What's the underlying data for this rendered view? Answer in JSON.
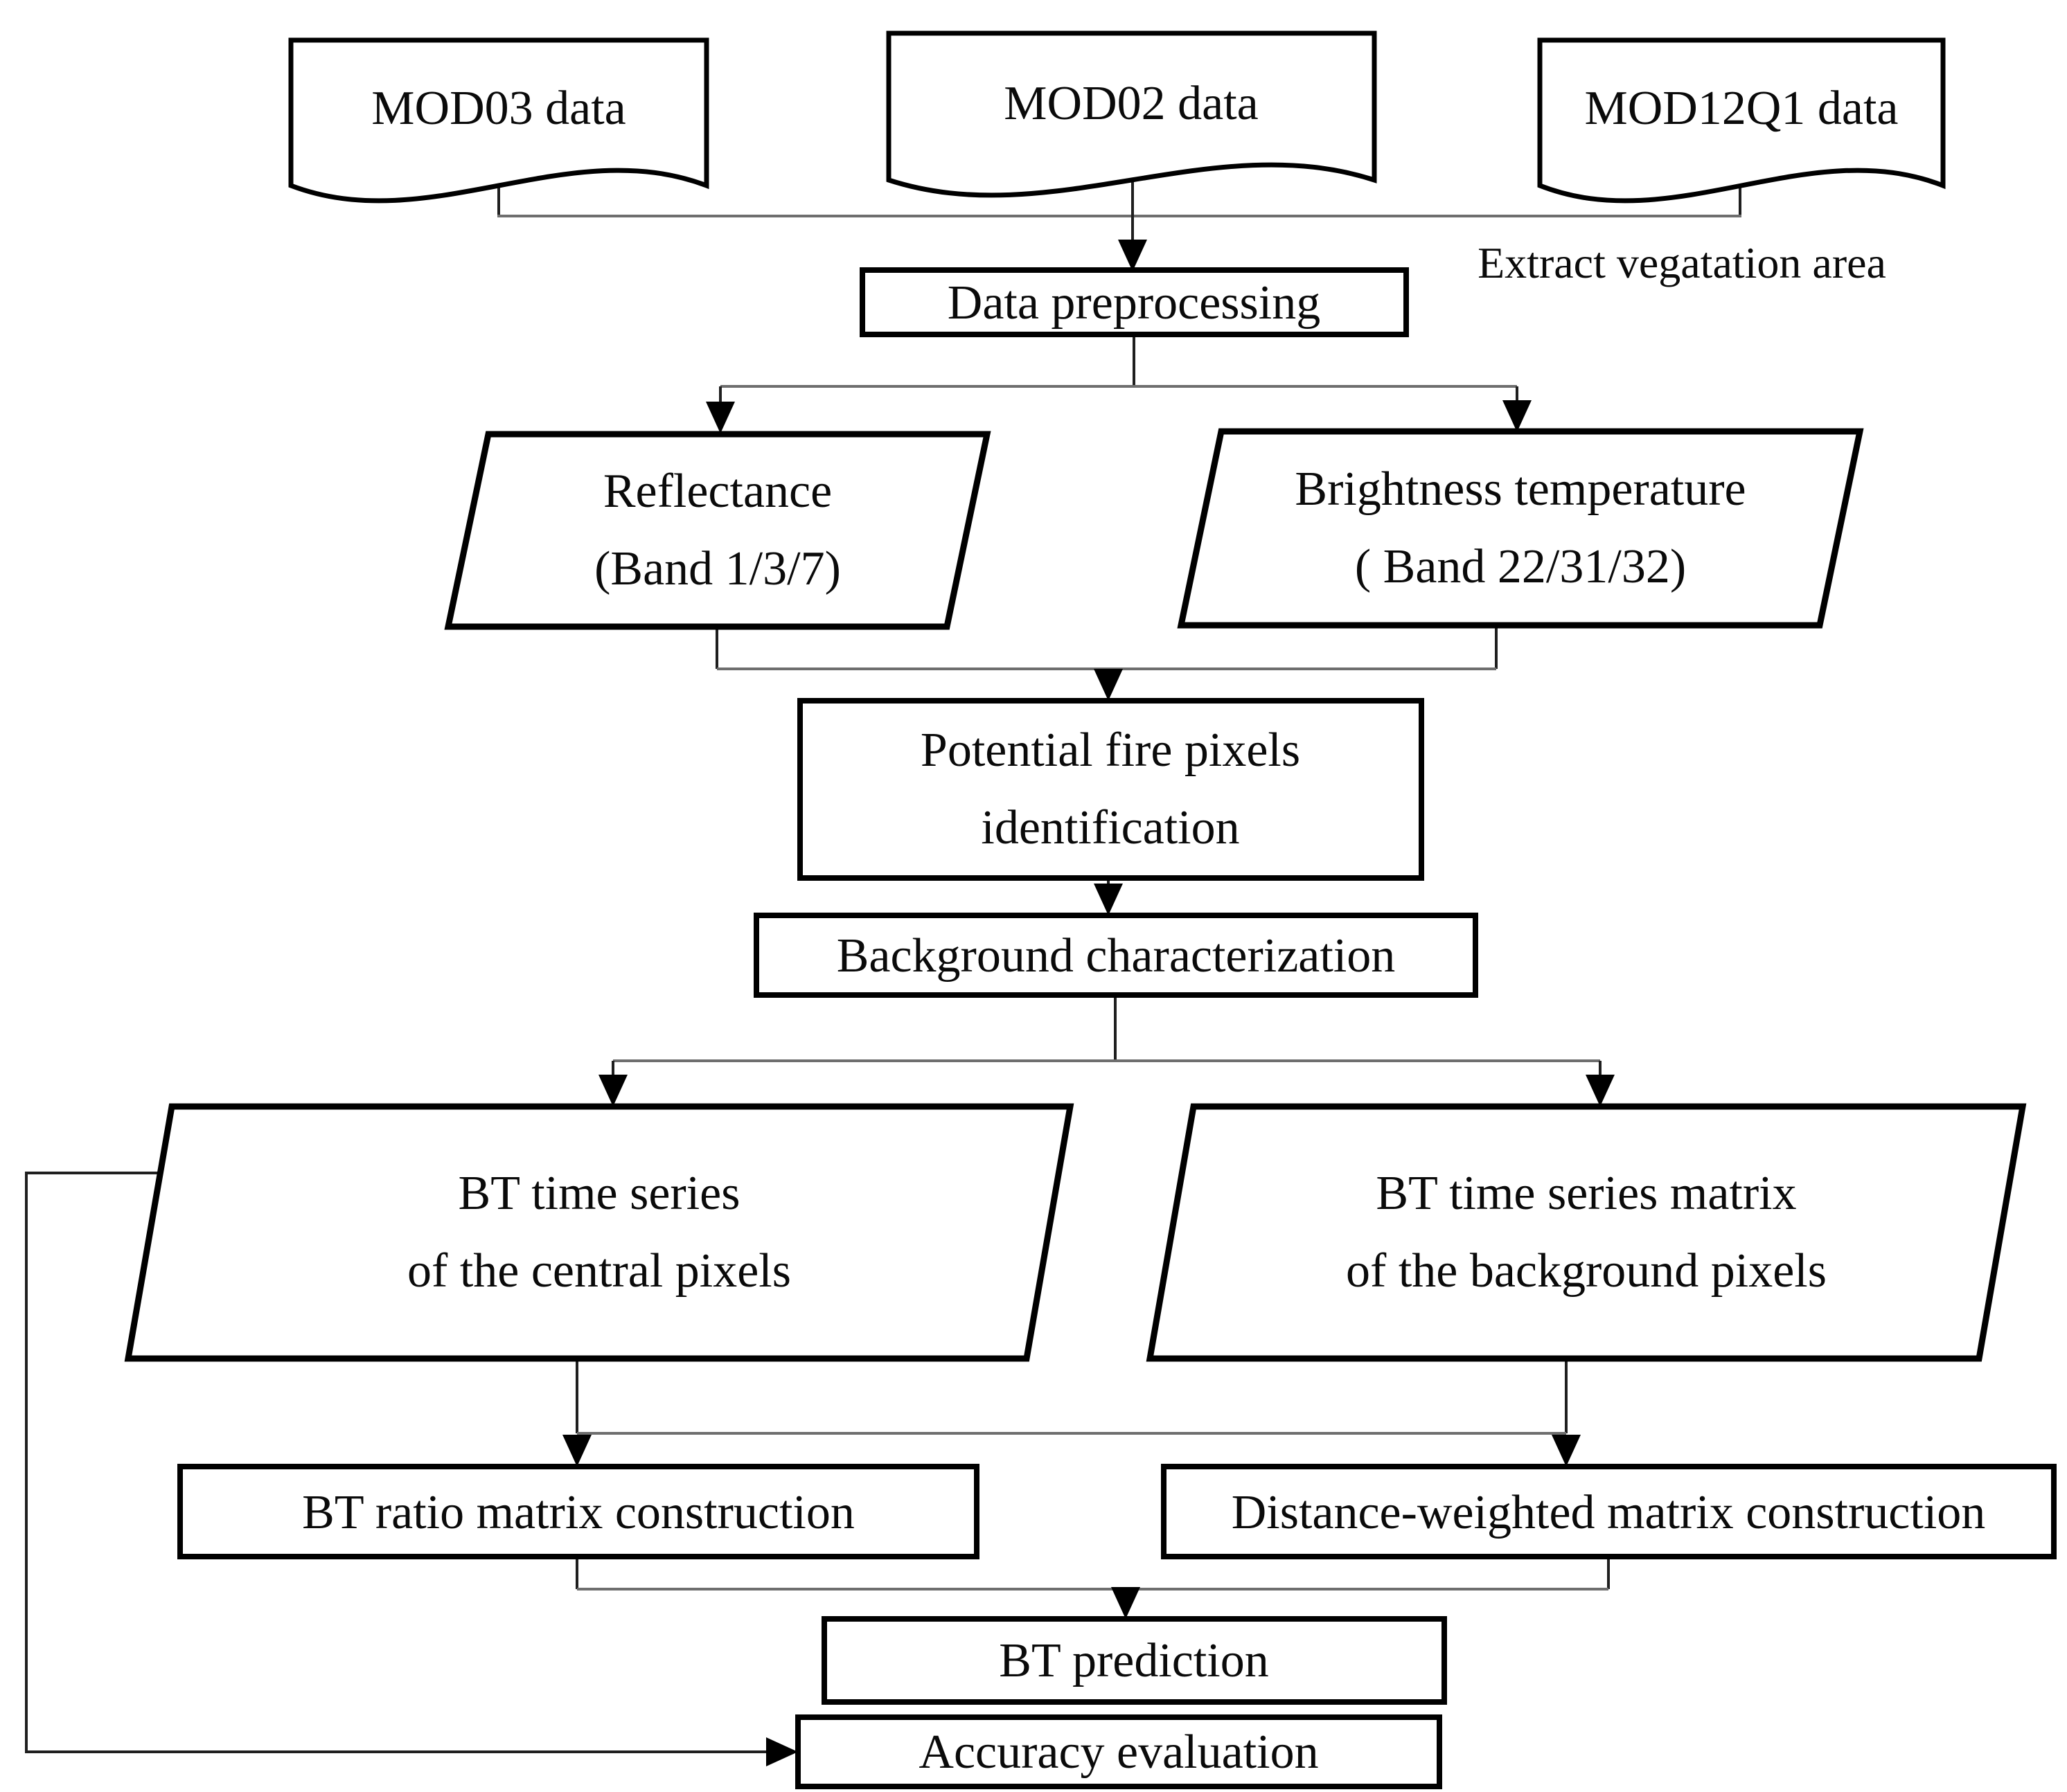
{
  "colors": {
    "shape_fill": "#ffffff",
    "shape_stroke": "#000000",
    "connector": "#1f1f1f",
    "text": "#0a0a0a"
  },
  "nodes": {
    "mod03": {
      "shape": "document",
      "label": "MOD03 data"
    },
    "mod02": {
      "shape": "document",
      "label": "MOD02 data"
    },
    "mod12q1": {
      "shape": "document",
      "label": "MOD12Q1 data"
    },
    "preprocessing": {
      "shape": "process",
      "label": "Data preprocessing"
    },
    "reflectance": {
      "shape": "parallelogram",
      "lines": [
        "Reflectance",
        "(Band 1/3/7)"
      ]
    },
    "brightness": {
      "shape": "parallelogram",
      "lines": [
        "Brightness temperature",
        "( Band 22/31/32)"
      ]
    },
    "potential": {
      "shape": "process",
      "lines": [
        "Potential fire pixels",
        "identification"
      ]
    },
    "background": {
      "shape": "process",
      "label": "Background characterization"
    },
    "bt_central": {
      "shape": "parallelogram",
      "lines": [
        "BT time series",
        "of the central pixels"
      ]
    },
    "bt_matrix": {
      "shape": "parallelogram",
      "lines": [
        "BT time series matrix",
        "of the background pixels"
      ]
    },
    "bt_ratio": {
      "shape": "process",
      "label": "BT ratio matrix construction"
    },
    "distance_weighted": {
      "shape": "process",
      "label": "Distance-weighted matrix construction"
    },
    "bt_prediction": {
      "shape": "process",
      "label": "BT prediction"
    },
    "accuracy": {
      "shape": "process",
      "label": "Accuracy evaluation"
    }
  },
  "annotation": {
    "label": "Extract vegatation area"
  }
}
